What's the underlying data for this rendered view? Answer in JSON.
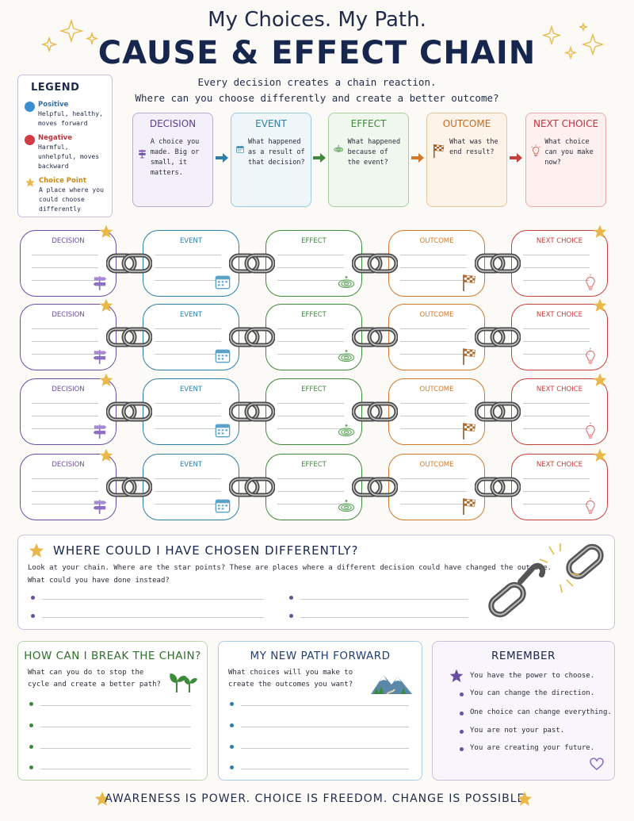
{
  "header": {
    "title_top": "My Choices. My Path.",
    "title_main": "CAUSE & EFFECT CHAIN",
    "subtitle_1": "Every decision creates a chain reaction.",
    "subtitle_2": "Where can you choose differently and create a better outcome?"
  },
  "legend": {
    "title": "LEGEND",
    "items": [
      {
        "label": "Positive",
        "desc": "Helpful, healthy, moves forward",
        "color": "#3b8fd1",
        "icon": "blue-dot-icon"
      },
      {
        "label": "Negative",
        "desc": "Harmful, unhelpful, moves backward",
        "color": "#d13b45",
        "icon": "red-dot-icon"
      },
      {
        "label": "Choice Point",
        "desc": "A place where you could choose differently",
        "color": "#e8b84a",
        "icon": "star-icon"
      }
    ]
  },
  "stages": [
    {
      "key": "decision",
      "title": "DECISION",
      "desc": "A choice you made. Big or small, it matters.",
      "color": "#6a4fa0",
      "fill": "#f4f0fa",
      "icon": "signpost-icon"
    },
    {
      "key": "event",
      "title": "EVENT",
      "desc": "What happened as a result of that decision?",
      "color": "#2e7fa8",
      "fill": "#eef6fa",
      "icon": "calendar-icon"
    },
    {
      "key": "effect",
      "title": "EFFECT",
      "desc": "What happened because of the event?",
      "color": "#3d8a3a",
      "fill": "#f0f7ee",
      "icon": "ripple-icon"
    },
    {
      "key": "outcome",
      "title": "OUTCOME",
      "desc": "What was the end result?",
      "color": "#d07a2a",
      "fill": "#fdf3e9",
      "icon": "checkered-flag-icon"
    },
    {
      "key": "next",
      "title": "NEXT CHOICE",
      "desc": "What choice can you make now?",
      "color": "#c9403a",
      "fill": "#fdf0ef",
      "icon": "lightbulb-icon"
    }
  ],
  "chain_rows": [
    {
      "labels": [
        "DECISION",
        "EVENT",
        "EFFECT",
        "OUTCOME",
        "NEXT CHOICE"
      ]
    },
    {
      "labels": [
        "DECISION",
        "EVENT",
        "EFFECT",
        "OUTCOME",
        "NEXT CHOICE"
      ]
    },
    {
      "labels": [
        "DECISION",
        "EVENT",
        "EFFECT",
        "OUTCOME",
        "NEXT CHOICE"
      ]
    },
    {
      "labels": [
        "DECISION",
        "EVENT",
        "EFFECT",
        "OUTCOME",
        "NEXT CHOICE"
      ]
    }
  ],
  "chosen": {
    "title": "WHERE COULD I HAVE CHOSEN DIFFERENTLY?",
    "text_1": "Look at your chain. Where are the star points? These are places where a different decision could have changed the outcome.",
    "text_2": "What could you have done instead?"
  },
  "break_chain": {
    "title": "HOW CAN I BREAK THE CHAIN?",
    "text": "What can you do to stop the cycle and create a better path?"
  },
  "new_path": {
    "title": "MY NEW PATH FORWARD",
    "text": "What choices will you make to create the outcomes you want?"
  },
  "remember": {
    "title": "REMEMBER",
    "items": [
      "You have the power to choose.",
      "You can change the direction.",
      "One choice can change everything.",
      "You are not your past.",
      "You are creating your future."
    ]
  },
  "footer": "AWARENESS IS POWER. CHOICE IS FREEDOM. CHANGE IS POSSIBLE.",
  "colors": {
    "navy": "#17264d",
    "star": "#e8b84a",
    "purple": "#6a4fa0"
  }
}
